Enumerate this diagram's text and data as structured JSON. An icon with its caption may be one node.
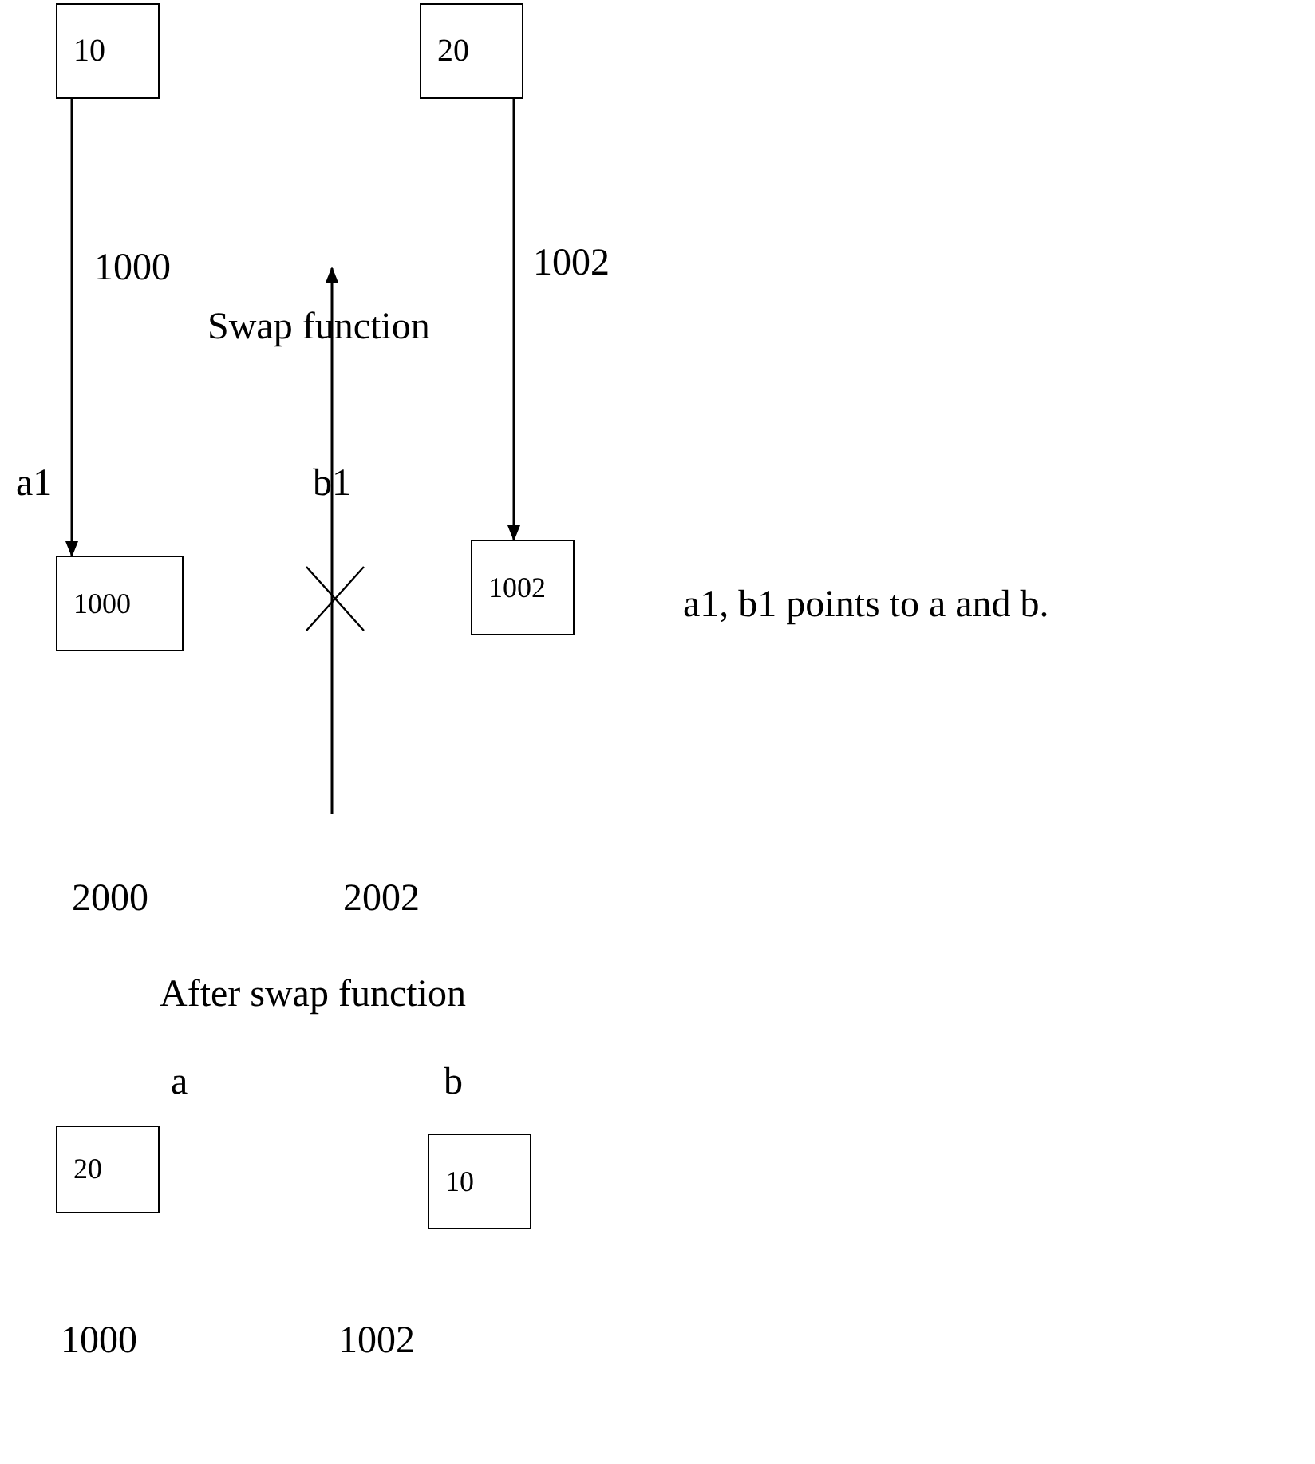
{
  "diagram": {
    "nodes": [
      {
        "text": [
          "10"
        ]
      },
      {
        "text": [
          "20"
        ]
      },
      {
        "text": [
          "1000"
        ]
      },
      {
        "text": [
          "1002"
        ]
      },
      {
        "text": [
          "20"
        ]
      },
      {
        "text": [
          "10"
        ]
      }
    ],
    "edges": [
      {
        "from": 0,
        "to": 2,
        "arrow": "to",
        "label": "1000"
      },
      {
        "from": 1,
        "to": 3,
        "arrow": "to",
        "label": "1002"
      }
    ],
    "labels": [
      "Swap function",
      "a1",
      "b1",
      "a1, b1 points to a and b.",
      "2000",
      "2002",
      "After swap function",
      "a",
      "b",
      "1000",
      "1002"
    ]
  }
}
